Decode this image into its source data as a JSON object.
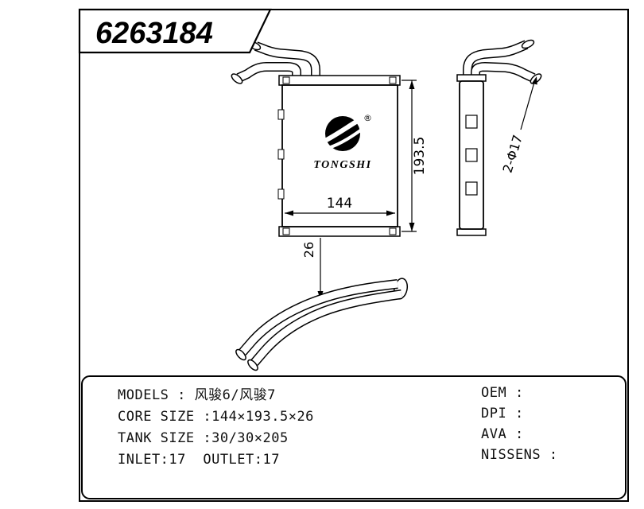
{
  "banner": {
    "part_number": "6263184"
  },
  "logo": {
    "brand": "TONGSHI",
    "registered_mark": "®"
  },
  "dimensions": {
    "core_width": "144",
    "core_height": "193.5",
    "core_depth": "26",
    "pipe_note": "2-Φ17"
  },
  "spec_table": {
    "rows": [
      {
        "label": "MODELS : ",
        "value": "风骏6/风骏7"
      },
      {
        "label": "CORE SIZE :",
        "value": "144×193.5×26"
      },
      {
        "label": "TANK SIZE :",
        "value": "30/30×205"
      },
      {
        "label": "INLET:17  OUTLET:17",
        "value": ""
      }
    ],
    "right_rows": [
      {
        "label": "OEM : "
      },
      {
        "label": "DPI : "
      },
      {
        "label": "AVA : "
      },
      {
        "label": "NISSENS : "
      }
    ]
  },
  "colors": {
    "line": "#000000",
    "background": "#ffffff",
    "text": "#111111"
  }
}
